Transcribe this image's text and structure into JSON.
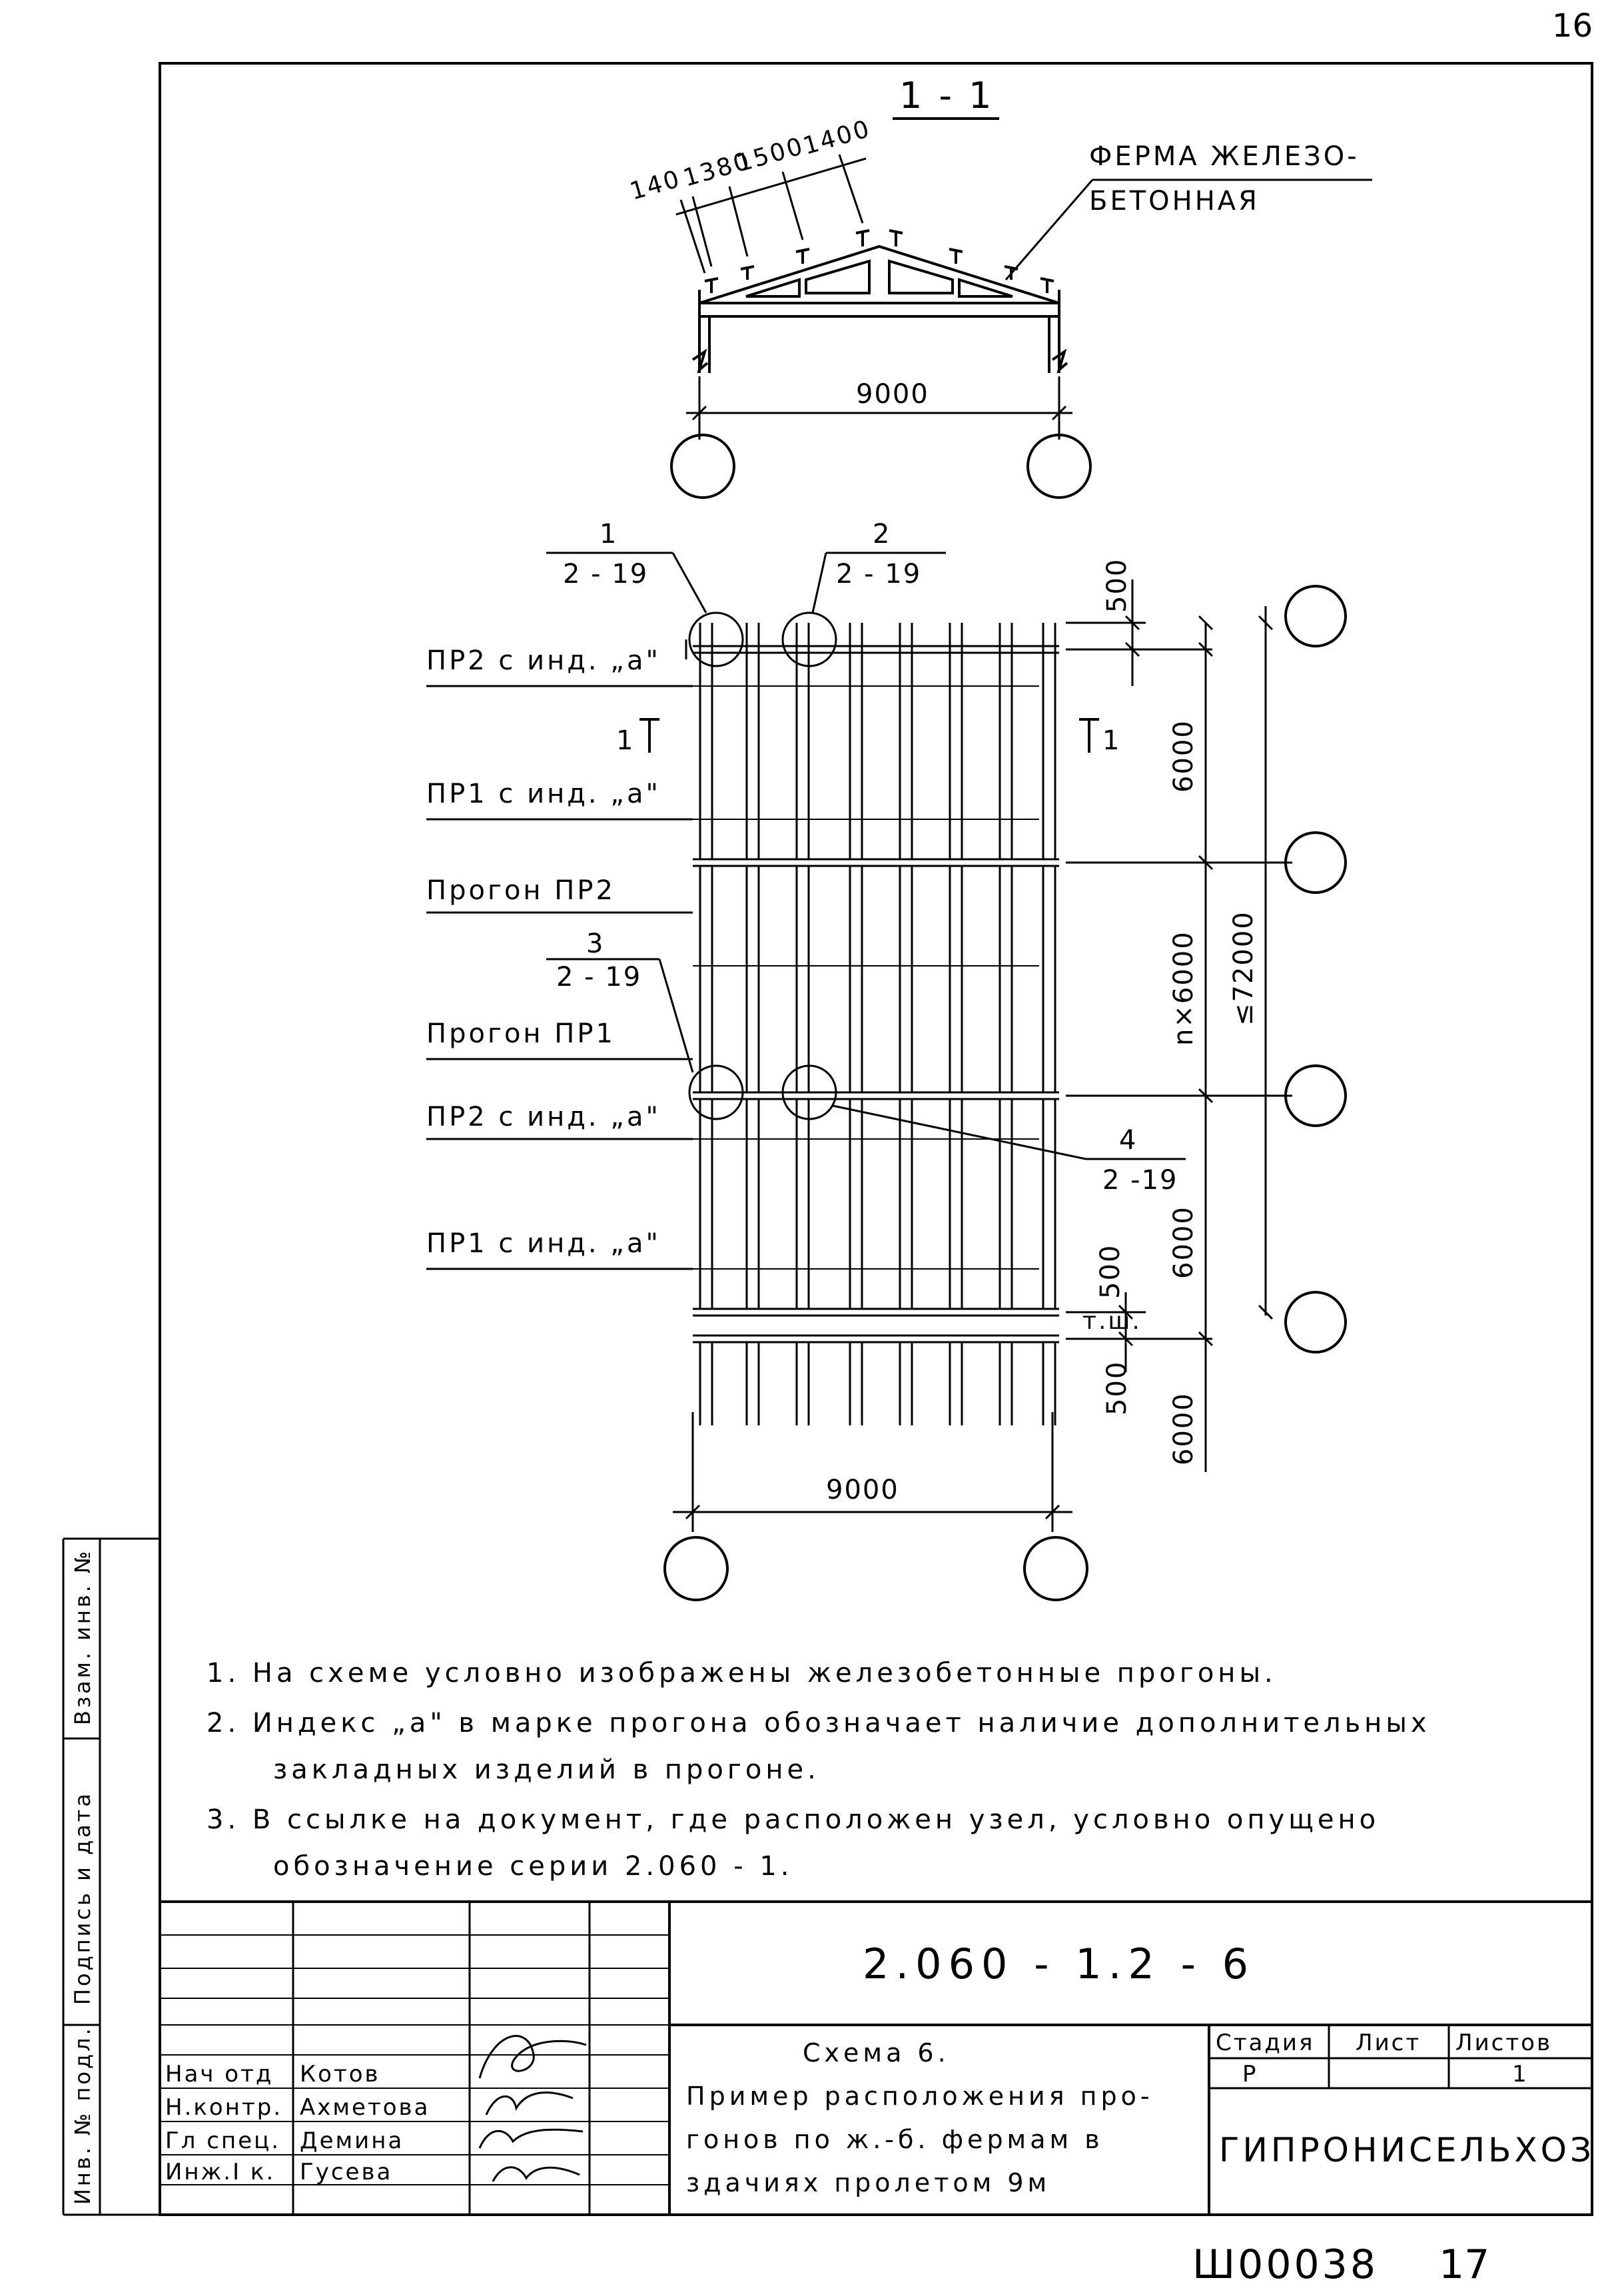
{
  "page": {
    "top_corner_number": "16",
    "bottom_code": "Ш00038",
    "bottom_number": "17"
  },
  "section_view": {
    "title": "1 - 1",
    "dims_top": [
      "140",
      "1380",
      "1500",
      "1400"
    ],
    "truss_label_line1": "ФЕРМА ЖЕЛЕЗО-",
    "truss_label_line2": "БЕТОННАЯ",
    "span": "9000"
  },
  "plan_view": {
    "callouts": [
      {
        "num": "1",
        "ref": "2 - 19"
      },
      {
        "num": "2",
        "ref": "2 - 19"
      },
      {
        "num": "3",
        "ref": "2 - 19"
      },
      {
        "num": "4",
        "ref": "2 -19"
      }
    ],
    "labels": [
      "ПР2 с инд. „a\"",
      "ПР1 с инд. „a\"",
      "Прогон ПР2",
      "Прогон ПР1",
      "ПР2 с инд. „a\"",
      "ПР1 с инд. „a\""
    ],
    "section_marks": [
      "1",
      "1"
    ],
    "dims_right": [
      "500",
      "6000",
      "n×6000",
      "≤72000",
      "6000",
      "500",
      "т.ш.",
      "500",
      "6000"
    ],
    "span_bottom": "9000"
  },
  "notes": [
    "1. На схеме условно изображены железобетонные прогоны.",
    "2. Индекс „a\" в марке прогона обозначает наличие дополнительных",
    "закладных изделий в прогоне.",
    "3. В ссылке на документ, где расположен узел, условно опущено",
    "обозначение серии 2.060 - 1."
  ],
  "title_block": {
    "code": "2.060 - 1.2 - 6",
    "title_line1": "Схема 6.",
    "title_line2": "Пример расположения про-",
    "title_line3": "гонов по ж.-б. фермам в",
    "title_line4": "здачиях пролетом 9м",
    "stage_header": "Стадия",
    "sheet_header": "Лист",
    "sheets_header": "Листов",
    "stage_value": "Р",
    "sheet_value": "",
    "sheets_value": "1",
    "organization": "ГИПРОНИСЕЛЬХОЗ",
    "signers": [
      {
        "role": "Нач отд",
        "name": "Котов"
      },
      {
        "role": "Н.контр.",
        "name": "Ахметова"
      },
      {
        "role": "Гл спец.",
        "name": "Демина"
      },
      {
        "role": "Инж.I к.",
        "name": "Гусева"
      }
    ]
  },
  "side_stamp": {
    "field1": "Инв. № подл.",
    "field2": "Подпись и дата",
    "field3": "Взам. инв. №"
  }
}
